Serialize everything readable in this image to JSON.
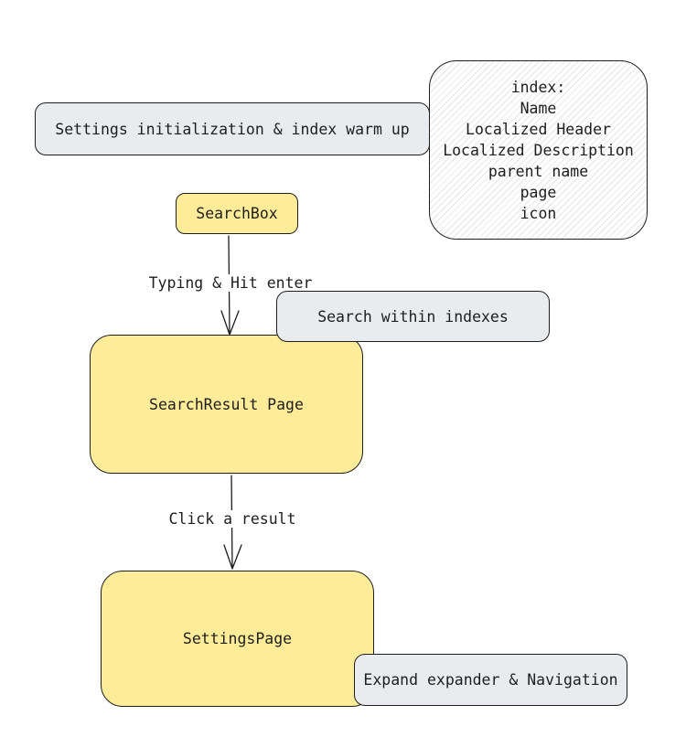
{
  "nodes": {
    "settings_init": "Settings initialization & index warm up",
    "index_lines": [
      "index:",
      "Name",
      "Localized Header",
      "Localized Description",
      "parent name",
      "page",
      "icon"
    ],
    "search_box": "SearchBox",
    "search_within": "Search within indexes",
    "search_result_page": "SearchResult Page",
    "settings_page": "SettingsPage",
    "expand_nav": "Expand expander & Navigation"
  },
  "edges": {
    "typing": "Typing & Hit enter",
    "click": "Click a result"
  },
  "colors": {
    "yellow": "#ffec99",
    "gray": "#e9ecef",
    "stroke": "#1e1e1e"
  }
}
